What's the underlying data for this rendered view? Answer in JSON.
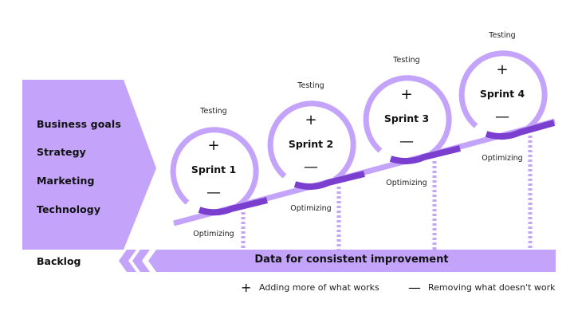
{
  "colors": {
    "light_purple": "#c4a3fb",
    "dark_purple": "#7b3fd0",
    "text": "#111111",
    "background": "#ffffff"
  },
  "panel": {
    "items": [
      {
        "label": "Business goals"
      },
      {
        "label": "Strategy"
      },
      {
        "label": "Marketing"
      },
      {
        "label": "Technology"
      }
    ]
  },
  "sprints": [
    {
      "title": "Sprint 1",
      "top_label": "Testing",
      "bottom_label": "Optimizing",
      "plus": "+",
      "minus": "—"
    },
    {
      "title": "Sprint 2",
      "top_label": "Testing",
      "bottom_label": "Optimizing",
      "plus": "+",
      "minus": "—"
    },
    {
      "title": "Sprint 3",
      "top_label": "Testing",
      "bottom_label": "Optimizing",
      "plus": "+",
      "minus": "—"
    },
    {
      "title": "Sprint 4",
      "top_label": "Testing",
      "bottom_label": "Optimizing",
      "plus": "+",
      "minus": "—"
    }
  ],
  "bottom": {
    "backlog_label": "Backlog",
    "bar_label": "Data for consistent improvement"
  },
  "legend": {
    "items": [
      {
        "icon": "plus-icon",
        "symbol": "+",
        "label": "Adding more of what works"
      },
      {
        "icon": "minus-icon",
        "symbol": "—",
        "label": "Removing what doesn't work"
      }
    ]
  }
}
